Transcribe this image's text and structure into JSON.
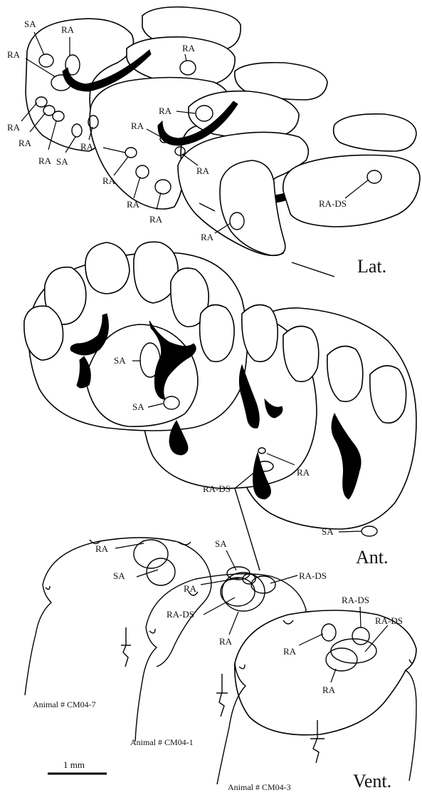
{
  "labels": {
    "sa": "SA",
    "ra": "RA",
    "rads": "RA-DS"
  },
  "planes": {
    "lateral": "Lat.",
    "anterior": "Ant.",
    "ventral": "Vent."
  },
  "animals": {
    "a7": "Animal # CM04-7",
    "a1": "Animal # CM04-1",
    "a3": "Animal # CM04-3"
  },
  "scale_bar": "1 mm"
}
